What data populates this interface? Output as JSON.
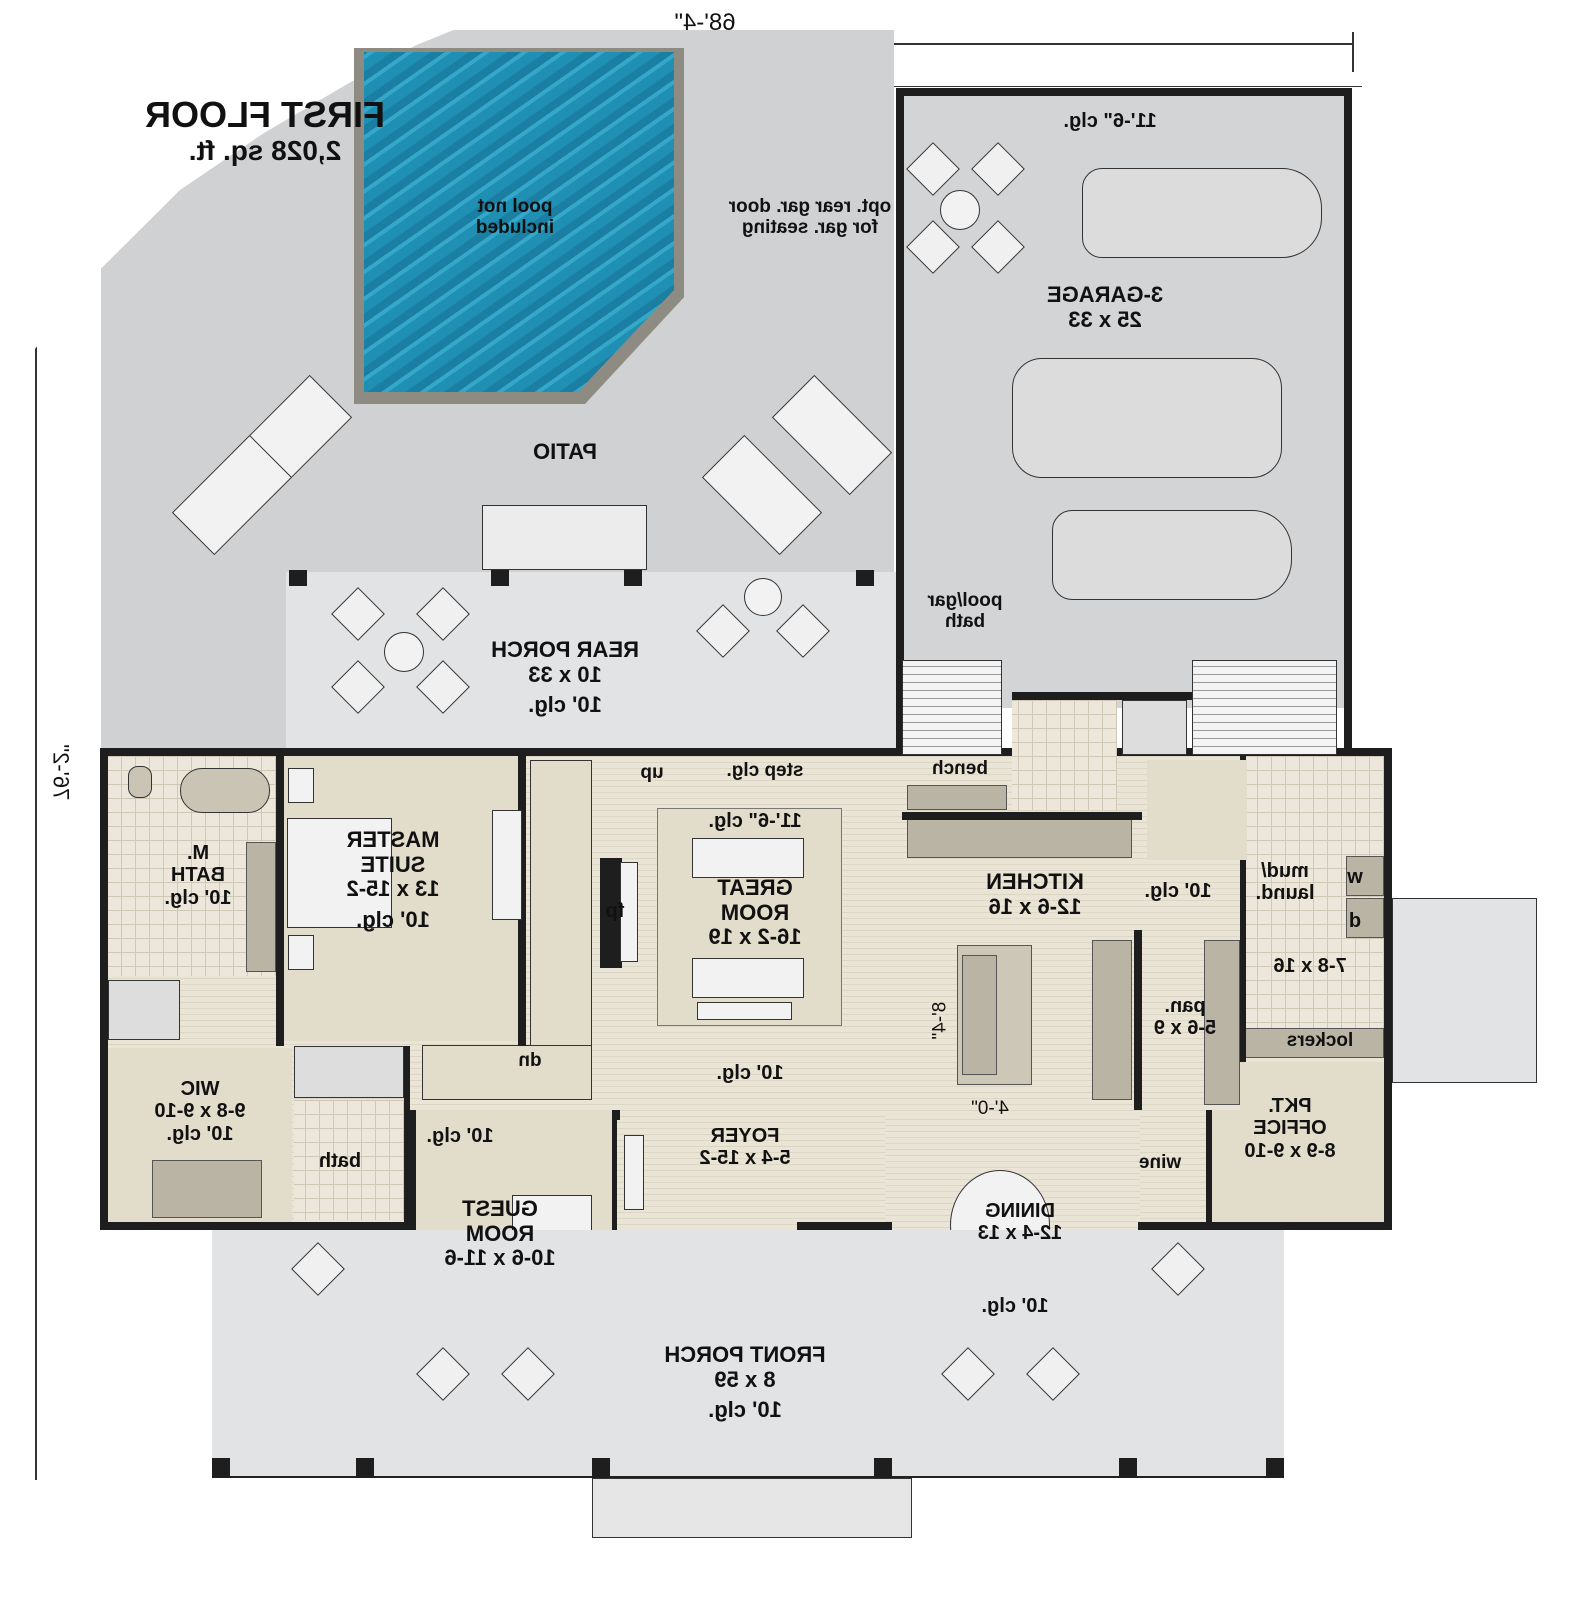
{
  "title": {
    "floor_label": "FIRST FLOOR",
    "area": "2,028 sq. ft."
  },
  "dimensions": {
    "overall_width": "68'-4\"",
    "overall_depth": "76'-2\"",
    "island_length": "8'-4\"",
    "island_clearance": "4'-0\""
  },
  "notes": {
    "pool": [
      "pool not",
      "included"
    ],
    "rear_garage_door": [
      "opt. rear gar. door",
      "for gar. seating"
    ],
    "pool_bath_callout": [
      "pool/gar",
      "bath"
    ]
  },
  "rooms": {
    "patio": {
      "name": "PATIO"
    },
    "garage": {
      "name": "3-GARAGE",
      "size": "25 x 33",
      "ceiling": "11'-6\" clg."
    },
    "rear_porch": {
      "name": "REAR PORCH",
      "size": "10 x 33",
      "ceiling": "10' clg."
    },
    "master_bath": {
      "name1": "M.",
      "name2": "BATH",
      "ceiling": "10' clg."
    },
    "master_suite": {
      "name1": "MASTER",
      "name2": "SUITE",
      "size": "13 x 15-2",
      "ceiling": "10' clg."
    },
    "great_room": {
      "name1": "GREAT",
      "name2": "ROOM",
      "size": "16-2 x 19",
      "ceiling": "11'-6\" clg.",
      "step_ceiling": "step clg.",
      "hall_ceiling": "10' clg."
    },
    "kitchen": {
      "name": "KITCHEN",
      "size": "12-6 x 16",
      "ceiling": "10' clg."
    },
    "mud_laundry": {
      "name1": "mud/",
      "name2": "laund.",
      "size": "7-8 x 16",
      "washer": "w",
      "dryer": "d",
      "lockers": "lockers"
    },
    "pantry": {
      "name": "pan.",
      "size": "5-6 x 9"
    },
    "bench": {
      "name": "bench"
    },
    "wic": {
      "name": "WIC",
      "size": "9-8 x 9-10",
      "ceiling": "10' clg."
    },
    "bath": {
      "name": "bath"
    },
    "guest_room": {
      "name1": "GUEST",
      "name2": "ROOM",
      "size": "10-6 x 11-6",
      "ceiling": "10' clg."
    },
    "foyer": {
      "name": "FOYER",
      "size": "5-4 x 15-2"
    },
    "dining": {
      "name": "DINING",
      "size": "12-4 x 13",
      "ceiling": "10' clg."
    },
    "pocket_office": {
      "name1": "PKT.",
      "name2": "OFFICE",
      "size": "8-9 x 9-10",
      "wine": "wine"
    },
    "front_porch": {
      "name": "FRONT PORCH",
      "size": "8 x 59",
      "ceiling": "10' clg."
    }
  },
  "stairs": {
    "up": "up",
    "down": "dn",
    "fireplace": "fp"
  },
  "colors": {
    "pool": "#2a9bbf",
    "concrete": "#cfd1d3",
    "interior_floor": "#e6e0cf",
    "wall": "#1e1e1e",
    "cabinet": "#b9b4a4"
  }
}
